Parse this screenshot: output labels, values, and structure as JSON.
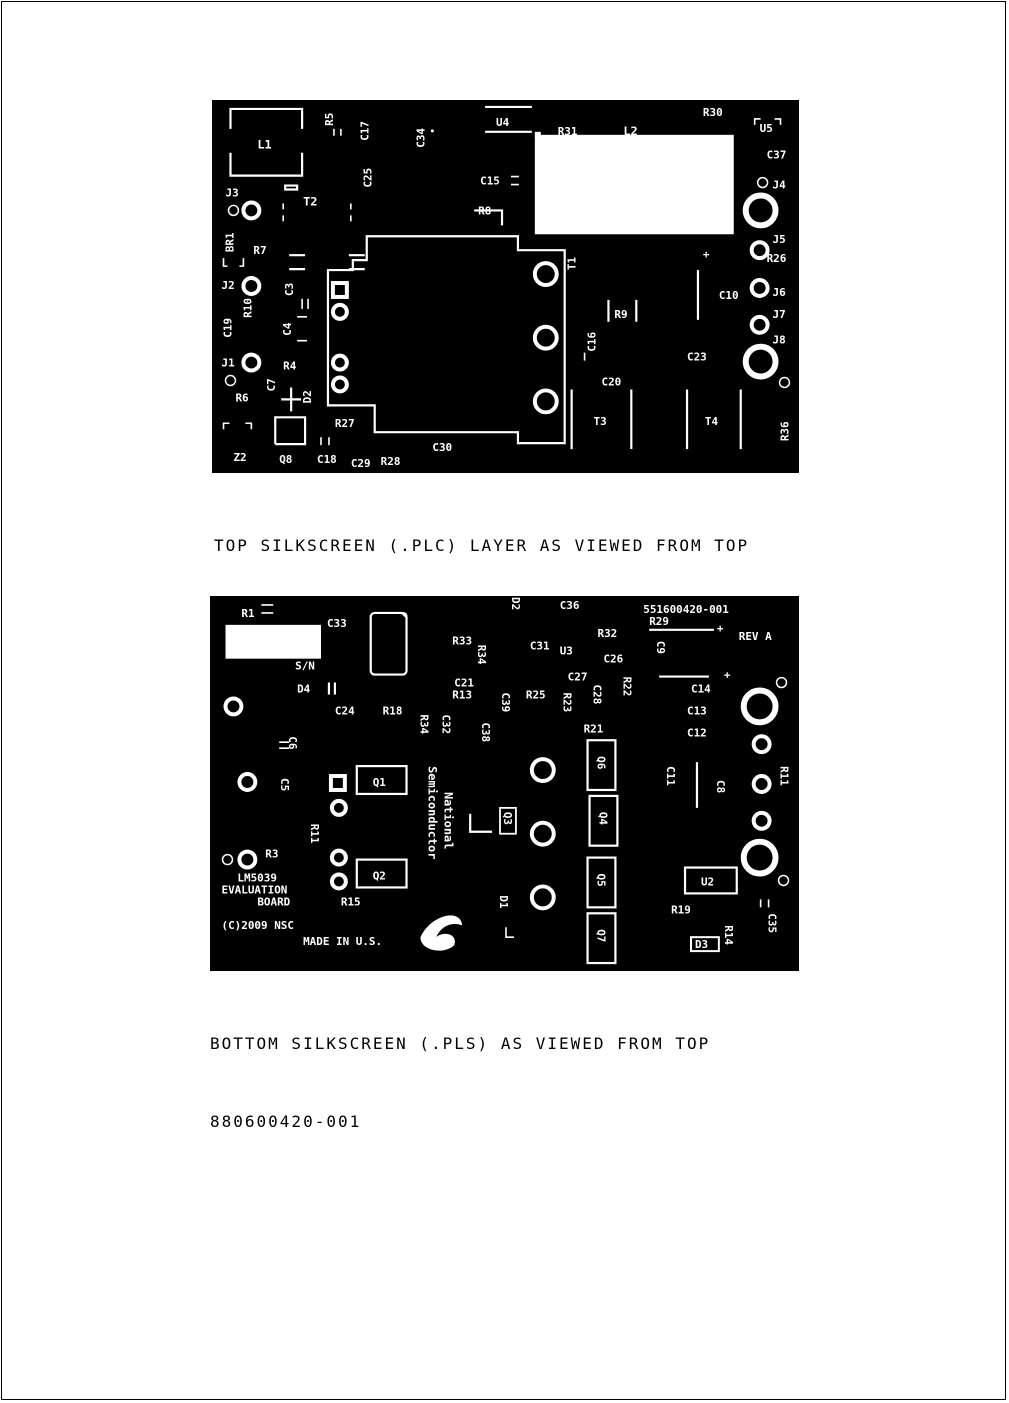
{
  "top": {
    "caption_line1": "TOP SILKSCREEN (.PLC) LAYER AS VIEWED FROM TOP",
    "caption_line2": "880600420-001",
    "labels": {
      "L1": "L1",
      "R5": "R5",
      "C17": "C17",
      "C34": "C34",
      "U4": "U4",
      "R31": "R31",
      "L2": "L2",
      "R30": "R30",
      "U5": "U5",
      "C37": "C37",
      "C25": "C25",
      "C15": "C15",
      "J3": "J3",
      "T2": "T2",
      "R8": "R8",
      "J4": "J4",
      "BR1": "BR1",
      "R7": "R7",
      "J5": "J5",
      "R26": "R26",
      "T1": "T1",
      "J2": "J2",
      "C3": "C3",
      "R9": "R9",
      "C10": "C10",
      "J6": "J6",
      "R10": "R10",
      "C19": "C19",
      "C4": "C4",
      "C16": "C16",
      "J7": "J7",
      "J8": "J8",
      "J1": "J1",
      "R4": "R4",
      "C23": "C23",
      "C20": "C20",
      "C7": "C7",
      "D2": "D2",
      "R6": "R6",
      "T3": "T3",
      "T4": "T4",
      "R36": "R36",
      "R27": "R27",
      "C30": "C30",
      "Z2": "Z2",
      "Q8": "Q8",
      "C18": "C18",
      "C29": "C29",
      "R28": "R28"
    }
  },
  "bottom": {
    "caption_line1": "BOTTOM SILKSCREEN (.PLS) AS VIEWED FROM TOP",
    "caption_line2": "880600420-001",
    "labels": {
      "R1": "R1",
      "C33": "C33",
      "D2": "D2",
      "C36": "C36",
      "part_no": "551600420-001",
      "R32": "R32",
      "R29": "R29",
      "rev": "REV A",
      "R33": "R33",
      "C31": "C31",
      "U3": "U3",
      "C26": "C26",
      "C9": "C9",
      "SN": "S/N",
      "D4": "D4",
      "R34a": "R34",
      "C21": "C21",
      "C27": "C27",
      "C14": "C14",
      "R13": "R13",
      "C39": "C39",
      "R25": "R25",
      "C28": "C28",
      "R22": "R22",
      "C24": "C24",
      "R18": "R18",
      "R34b": "R34",
      "C32": "C32",
      "R23": "R23",
      "C13": "C13",
      "C38": "C38",
      "R21": "R21",
      "C12": "C12",
      "C6": "C6",
      "Q1": "Q1",
      "Q6": "Q6",
      "C11": "C11",
      "C8": "C8",
      "C5": "C5",
      "Q3": "Q3",
      "Q4": "Q4",
      "R11": "R11",
      "R3": "R3",
      "Q2": "Q2",
      "Q5": "Q5",
      "U2": "U2",
      "board_name": "LM5039",
      "evaluation": "EVALUATION",
      "board": "BOARD",
      "copyright": "(C)2009 NSC",
      "R15": "R15",
      "R19": "R19",
      "D1": "D1",
      "C35": "C35",
      "Q7": "Q7",
      "D3": "D3",
      "R14": "R14",
      "made": "MADE IN U.S.",
      "national": "National",
      "semiconductor": "Semiconductor"
    }
  }
}
